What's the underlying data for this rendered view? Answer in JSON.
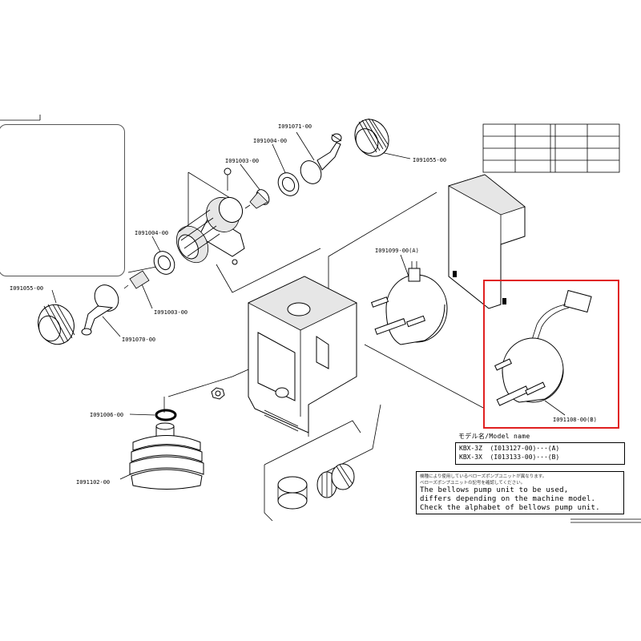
{
  "labels": {
    "p1": "I091071-00",
    "p2": "I091004-00",
    "p3": "I091003-00",
    "p4": "I091055-00",
    "p5": "I091004-00",
    "p6": "I091099-00(A)",
    "p7": "I091003-00",
    "p8": "I091055-00",
    "p9": "I091070-00",
    "p10": "I091006-00",
    "p11": "I091102-00",
    "p12": "I091108-00(B)"
  },
  "model": {
    "heading": "モデル名/Model name",
    "rows": [
      "KBX-3Z  (I013127-00)···(A)",
      "KBX-3X  (I013133-00)···(B)"
    ]
  },
  "note": {
    "jp1": "機種により使用しているベローズポンプユニットが異なります。",
    "jp2": "ベローズポンプユニットの記号を確認してください。",
    "en1": "The bellows pump unit to be used,",
    "en2": "differs depending on the machine model.",
    "en3": "Check the alphabet of bellows pump unit."
  },
  "colors": {
    "highlight": "#e02020",
    "line": "#000000"
  }
}
